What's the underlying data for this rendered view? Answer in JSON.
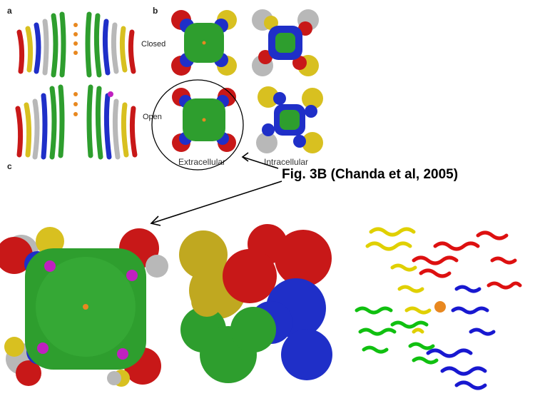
{
  "figure": {
    "panel_letters": {
      "a": "a",
      "b": "b",
      "c": "c"
    },
    "row_labels": {
      "closed": "Closed",
      "open": "Open"
    },
    "column_labels": {
      "extracellular": "Extracellular",
      "intracellular": "Intracellular"
    }
  },
  "callout": {
    "citation": "Fig. 3B (Chanda et al, 2005)"
  },
  "colors": {
    "green": "#2e9e2e",
    "blue": "#1f2fc8",
    "red": "#c81818",
    "yellow": "#d8c020",
    "grey": "#b8b8b8",
    "magenta": "#c020c0",
    "ion": "#e88820"
  }
}
